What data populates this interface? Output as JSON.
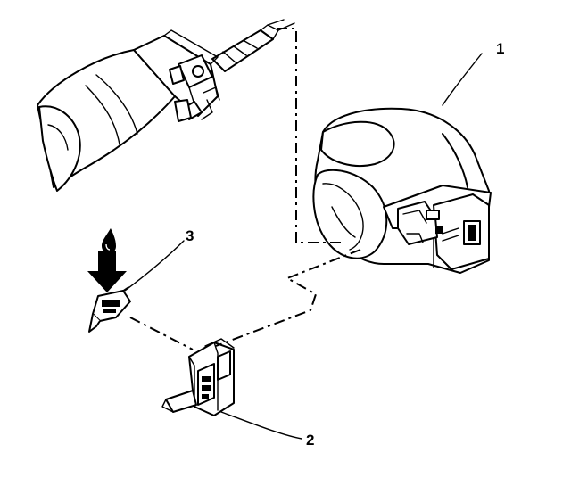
{
  "callouts": {
    "part1": "1",
    "part2": "2",
    "part3": "3"
  },
  "icons": {
    "lubricant": "oil-drop-icon",
    "install_direction": "down-arrow-icon"
  },
  "colors": {
    "ink": "#000000",
    "paper": "#ffffff"
  }
}
